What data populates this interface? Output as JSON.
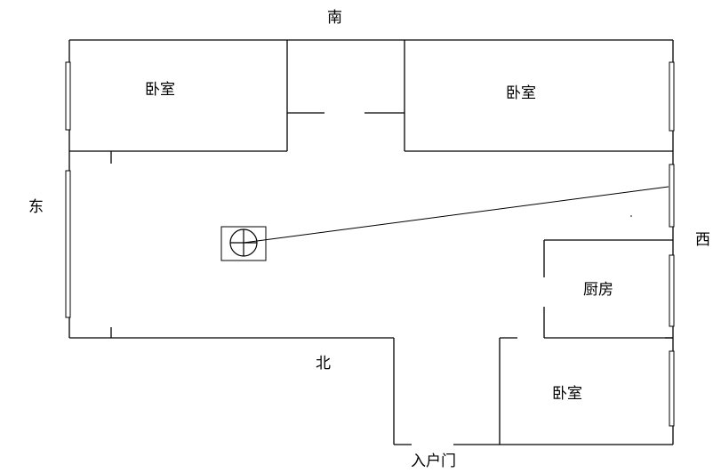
{
  "directions": {
    "south": "南",
    "east": "东",
    "west": "西",
    "north": "北"
  },
  "rooms": {
    "bedroom_top_left": "卧室",
    "bedroom_top_right": "卧室",
    "kitchen": "厨房",
    "bedroom_bottom_right": "卧室"
  },
  "entrance": "入户门",
  "colors": {
    "line": "#000000",
    "background": "#ffffff"
  }
}
